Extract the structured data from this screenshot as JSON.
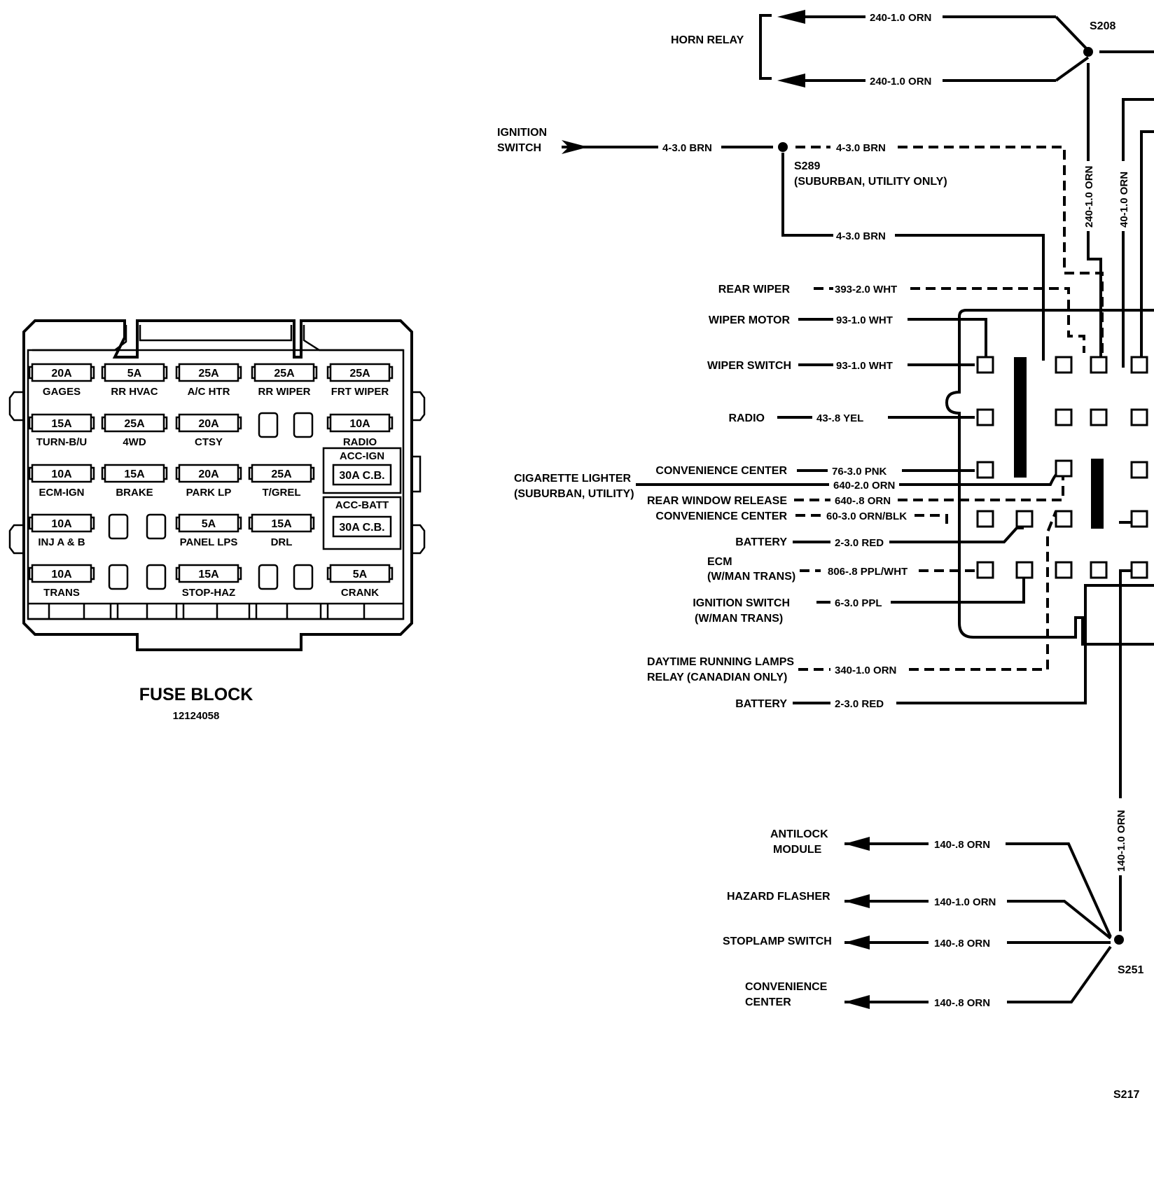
{
  "fuse_block": {
    "title": "FUSE BLOCK",
    "part_number": "12124058",
    "fuses": [
      {
        "amp": "20A",
        "label": "GAGES"
      },
      {
        "amp": "5A",
        "label": "RR HVAC"
      },
      {
        "amp": "25A",
        "label": "A/C HTR"
      },
      {
        "amp": "25A",
        "label": "RR WIPER"
      },
      {
        "amp": "25A",
        "label": "FRT WIPER"
      },
      {
        "amp": "15A",
        "label": "TURN-B/U"
      },
      {
        "amp": "25A",
        "label": "4WD"
      },
      {
        "amp": "20A",
        "label": "CTSY"
      },
      {
        "amp": "10A",
        "label": "RADIO"
      },
      {
        "amp": "10A",
        "label": "ECM-IGN"
      },
      {
        "amp": "15A",
        "label": "BRAKE"
      },
      {
        "amp": "20A",
        "label": "PARK LP"
      },
      {
        "amp": "25A",
        "label": "T/GREL"
      },
      {
        "amp": "10A",
        "label": "INJ A & B"
      },
      {
        "amp": "5A",
        "label": "PANEL LPS"
      },
      {
        "amp": "15A",
        "label": "DRL"
      },
      {
        "amp": "10A",
        "label": "TRANS"
      },
      {
        "amp": "15A",
        "label": "STOP-HAZ"
      },
      {
        "amp": "5A",
        "label": "CRANK"
      }
    ],
    "breakers": [
      {
        "amp": "30A C.B.",
        "label": "ACC-IGN"
      },
      {
        "amp": "30A C.B.",
        "label": "ACC-BATT"
      }
    ]
  },
  "labels": {
    "horn_relay": "HORN RELAY",
    "ignition_switch": [
      "IGNITION",
      "SWITCH"
    ],
    "s289": [
      "S289",
      "(SUBURBAN, UTILITY ONLY)"
    ],
    "s208": "S208",
    "s251": "S251",
    "s217": "S217",
    "rear_wiper": "REAR WIPER",
    "wiper_motor": "WIPER MOTOR",
    "wiper_switch": "WIPER SWITCH",
    "radio": "RADIO",
    "convenience_center_1": "CONVENIENCE CENTER",
    "cigarette_lighter": [
      "CIGARETTE LIGHTER",
      "(SUBURBAN, UTILITY)"
    ],
    "rear_window_release": "REAR WINDOW RELEASE",
    "convenience_center_2": "CONVENIENCE CENTER",
    "battery_1": "BATTERY",
    "ecm": [
      "ECM",
      "(W/MAN TRANS)"
    ],
    "ignition_switch_man": [
      "IGNITION SWITCH",
      "(W/MAN TRANS)"
    ],
    "drl_relay": [
      "DAYTIME RUNNING LAMPS",
      "RELAY (CANADIAN ONLY)"
    ],
    "battery_2": "BATTERY",
    "antilock_module": [
      "ANTILOCK",
      "MODULE"
    ],
    "hazard_flasher": "HAZARD FLASHER",
    "stoplamp_switch": "STOPLAMP SWITCH",
    "convenience_center_3": [
      "CONVENIENCE",
      "CENTER"
    ]
  },
  "wires": {
    "horn_top": "240-1.0 ORN",
    "horn_bottom": "240-1.0 ORN",
    "ign_in": "4-3.0 BRN",
    "ign_dashed": "4-3.0 BRN",
    "ign_lower": "4-3.0 BRN",
    "rear_wiper": "393-2.0 WHT",
    "wiper_motor": "93-1.0 WHT",
    "wiper_switch": "93-1.0 WHT",
    "radio": "43-.8 YEL",
    "conv_center_1": "76-3.0 PNK",
    "cig_lighter": "640-2.0 ORN",
    "rear_window": "640-.8 ORN",
    "conv_center_2": "60-3.0 ORN/BLK",
    "battery_1": "2-3.0 RED",
    "ecm": "806-.8 PPL/WHT",
    "ign_man": "6-3.0 PPL",
    "drl": "340-1.0 ORN",
    "battery_2": "2-3.0 RED",
    "vert_240": "240-1.0 ORN",
    "vert_40": "40-1.0 ORN",
    "vert_140": "140-1.0 ORN",
    "antilock": "140-.8 ORN",
    "hazard": "140-1.0 ORN",
    "stoplamp": "140-.8 ORN",
    "conv_center_3": "140-.8 ORN"
  }
}
